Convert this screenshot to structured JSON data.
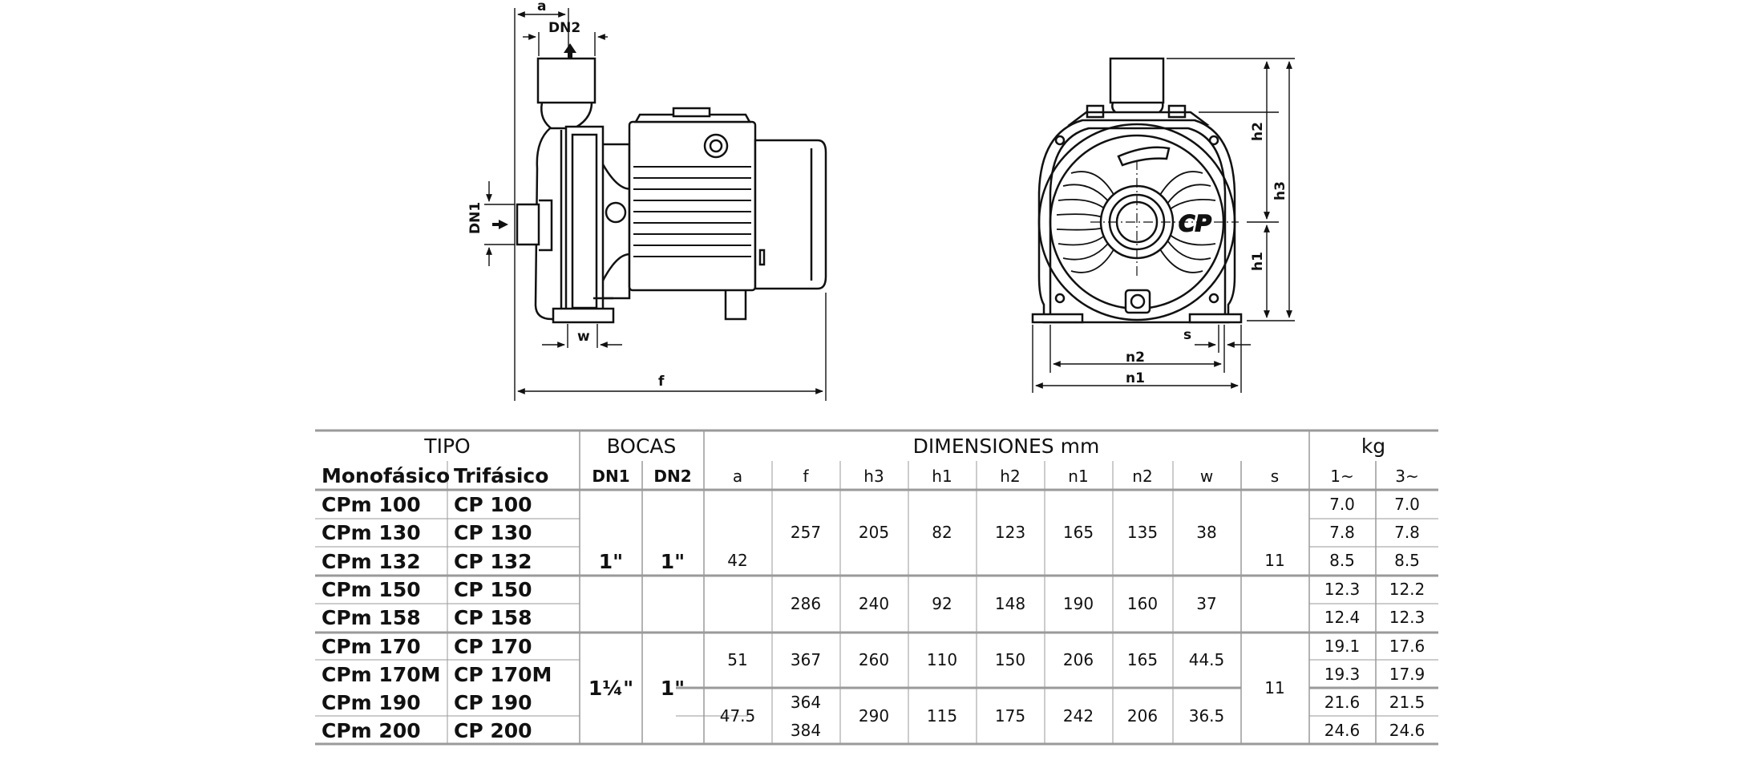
{
  "drawing": {
    "side_labels": {
      "a": "a",
      "dn2": "DN2",
      "dn1": "DN1",
      "w": "w",
      "f": "f"
    },
    "front_labels": {
      "h1": "h1",
      "h2": "h2",
      "h3": "h3",
      "s": "s",
      "n1": "n1",
      "n2": "n2"
    },
    "logo_text": "CP"
  },
  "table": {
    "group_headers": {
      "tipo": "TIPO",
      "bocas": "BOCAS",
      "dimensiones": "DIMENSIONES mm",
      "kg": "kg"
    },
    "sub_headers": {
      "monofasico": "Monofásico",
      "trifasico": "Trifásico",
      "dn1": "DN1",
      "dn2": "DN2",
      "a": "a",
      "f": "f",
      "h3": "h3",
      "h1": "h1",
      "h2": "h2",
      "n1": "n1",
      "n2": "n2",
      "w": "w",
      "s": "s",
      "kg1": "1~",
      "kg3": "3~"
    },
    "models": [
      {
        "mono": "CPm 100",
        "tri": "CP 100",
        "kg1": "7.0",
        "kg3": "7.0"
      },
      {
        "mono": "CPm 130",
        "tri": "CP 130",
        "kg1": "7.8",
        "kg3": "7.8"
      },
      {
        "mono": "CPm 132",
        "tri": "CP 132",
        "kg1": "8.5",
        "kg3": "8.5"
      },
      {
        "mono": "CPm 150",
        "tri": "CP 150",
        "kg1": "12.3",
        "kg3": "12.2"
      },
      {
        "mono": "CPm 158",
        "tri": "CP 158",
        "kg1": "12.4",
        "kg3": "12.3"
      },
      {
        "mono": "CPm 170",
        "tri": "CP 170",
        "kg1": "19.1",
        "kg3": "17.6"
      },
      {
        "mono": "CPm 170M",
        "tri": "CP 170M",
        "kg1": "19.3",
        "kg3": "17.9"
      },
      {
        "mono": "CPm 190",
        "tri": "CP 190",
        "kg1": "21.6",
        "kg3": "21.5"
      },
      {
        "mono": "CPm 200",
        "tri": "CP 200",
        "kg1": "24.6",
        "kg3": "24.6"
      }
    ],
    "bocas": [
      {
        "dn1": "1\"",
        "dn2": "1\""
      },
      {
        "dn1": "1¼\"",
        "dn2": "1\""
      }
    ],
    "dim_groups": {
      "g1": {
        "a": "42",
        "s": "11"
      },
      "g1a": {
        "f": "257",
        "h3": "205",
        "h1": "82",
        "h2": "123",
        "n1": "165",
        "n2": "135",
        "w": "38"
      },
      "g1b": {
        "f": "286",
        "h3": "240",
        "h1": "92",
        "h2": "148",
        "n1": "190",
        "n2": "160",
        "w": "37"
      },
      "g2": {
        "s": "11"
      },
      "g2a": {
        "a": "51",
        "f": "367",
        "h3": "260",
        "h1": "110",
        "h2": "150",
        "n1": "206",
        "n2": "165",
        "w": "44.5"
      },
      "g2b": {
        "a": "47.5",
        "f1": "364",
        "f2": "384",
        "h3": "290",
        "h1": "115",
        "h2": "175",
        "n1": "242",
        "n2": "206",
        "w": "36.5"
      }
    }
  }
}
